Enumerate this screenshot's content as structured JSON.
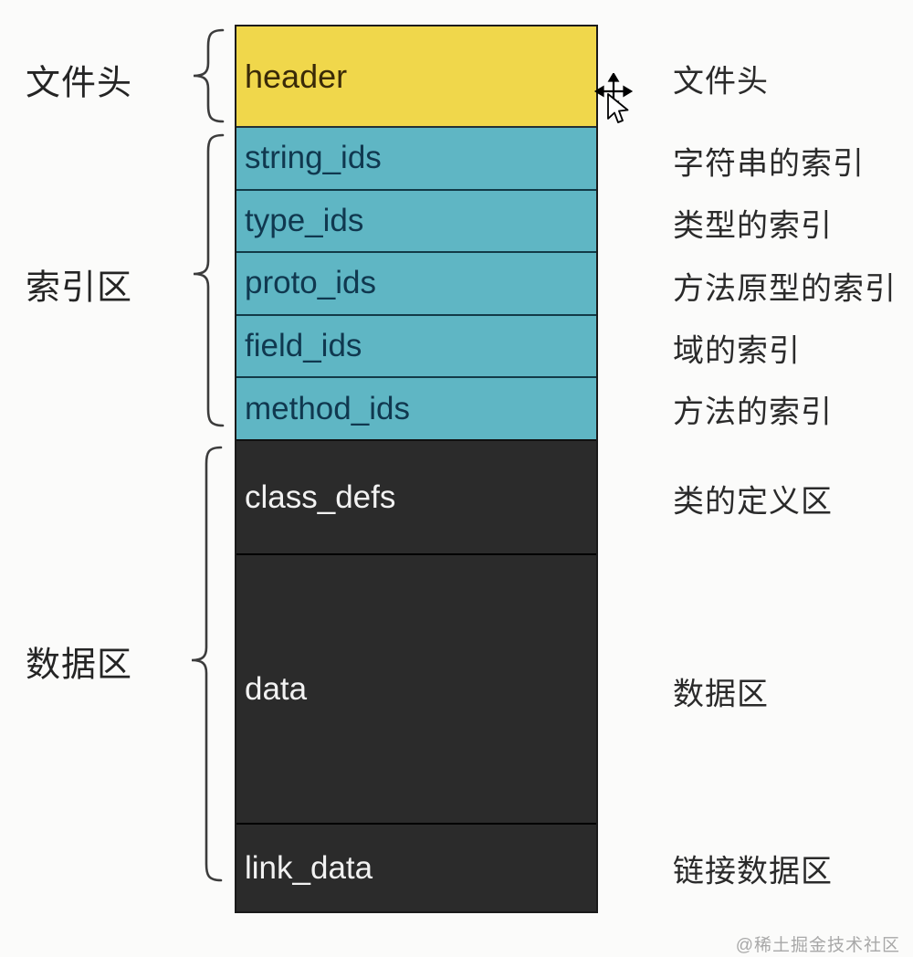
{
  "sections": [
    {
      "group": "文件头",
      "fill": "#F0D74B",
      "rows": [
        {
          "label": "header",
          "annotation": "文件头"
        }
      ]
    },
    {
      "group": "索引区",
      "fill": "#5FB6C4",
      "rows": [
        {
          "label": "string_ids",
          "annotation": "字符串的索引"
        },
        {
          "label": "type_ids",
          "annotation": "类型的索引"
        },
        {
          "label": "proto_ids",
          "annotation": "方法原型的索引"
        },
        {
          "label": "field_ids",
          "annotation": "域的索引"
        },
        {
          "label": "method_ids",
          "annotation": "方法的索引"
        }
      ]
    },
    {
      "group": "数据区",
      "fill": "#2B2B2B",
      "rows": [
        {
          "label": "class_defs",
          "annotation": "类的定义区"
        },
        {
          "label": "data",
          "annotation": "数据区"
        },
        {
          "label": "link_data",
          "annotation": "链接数据区"
        }
      ]
    }
  ],
  "icons": {
    "cursor": "move-cursor-icon"
  },
  "watermark": "@稀土掘金技术社区",
  "colors": {
    "header_fill": "#F0D74B",
    "index_fill": "#5FB6C4",
    "data_fill": "#2B2B2B",
    "header_text": "#3A2A08",
    "index_text": "#10384F",
    "data_text": "#F2F2F2",
    "label_text": "#242424",
    "border": "#1A1A1A",
    "watermark_text": "#A8A8A8"
  }
}
